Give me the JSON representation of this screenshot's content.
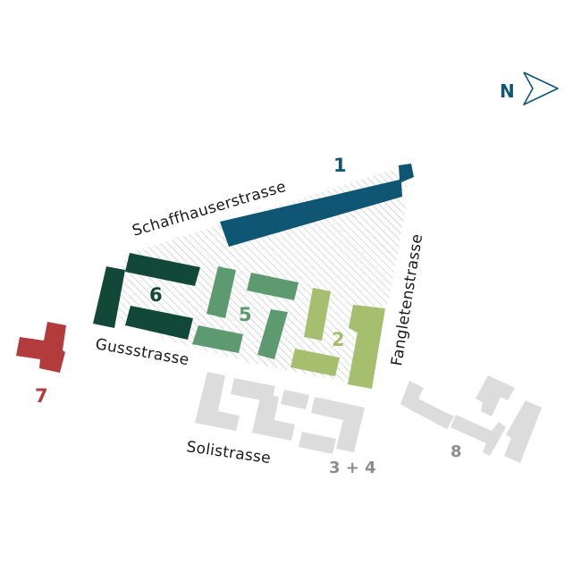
{
  "colors": {
    "plot_1": "#0f5674",
    "plot_2": "#a6bf6e",
    "plot_5": "#5e9a6f",
    "plot_6": "#124837",
    "plot_7": "#b23b3b",
    "neighbouring": "#dcdcdc",
    "neighbouring_label": "#8c8c8c",
    "hatch": "#b9b9b9",
    "north": "#0f5674",
    "street_text": "#1a1a1a"
  },
  "north_arrow": {
    "letter": "N",
    "icon": "north-arrow-icon"
  },
  "streets": {
    "schaffhauserstrasse": "Schaffhauserstrasse",
    "fangletenstrasse": "Fangletenstrasse",
    "gussstrasse": "Gussstrasse",
    "solistrasse": "Solistrasse"
  },
  "plots": {
    "p1": "1",
    "p2": "2",
    "p5": "5",
    "p6": "6",
    "p7": "7",
    "p34": "3 + 4",
    "p8": "8"
  }
}
